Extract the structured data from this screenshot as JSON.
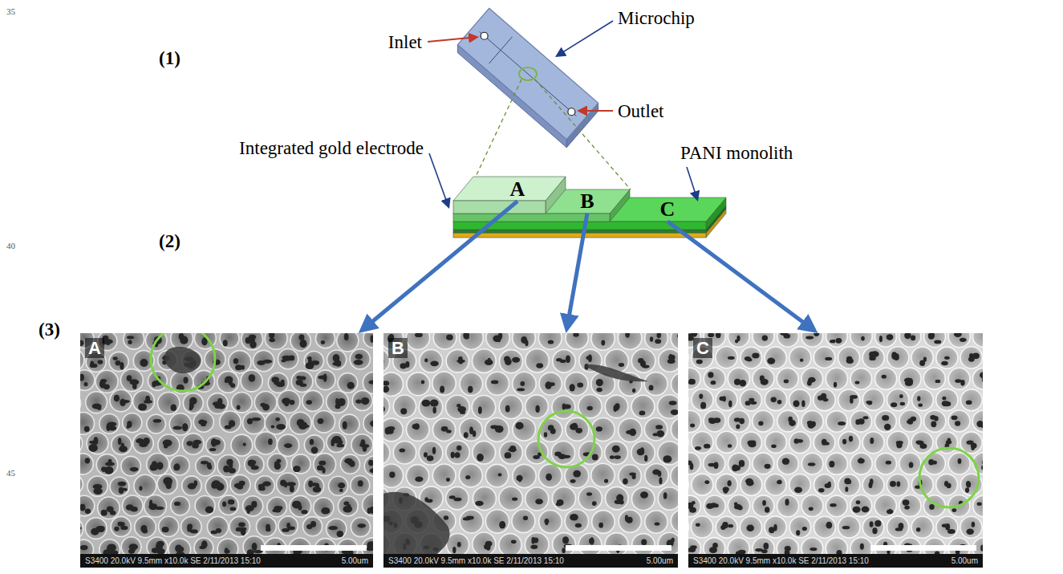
{
  "diagram": {
    "nodes": [
      {
        "text": [
          "A"
        ]
      },
      {
        "text": [
          "B"
        ]
      },
      {
        "text": [
          "C"
        ]
      },
      {
        "text": [
          "A",
          "S3400 20.0kV 9.5mm x10.0k SE 2/11/2013 15:10",
          "5.00um"
        ]
      },
      {
        "text": [
          "B",
          "S3400 20.0kV 9.5mm x10.0k SE 2/11/2013 15:10",
          "5.00um"
        ]
      },
      {
        "text": [
          "C",
          "S3400 20.0kV 9.5mm x10.0k SE 2/11/2013 15:10",
          "5.00um"
        ]
      }
    ],
    "edges": [
      {
        "from": 0,
        "to": 3,
        "arrow": "to"
      },
      {
        "from": 1,
        "to": 4,
        "arrow": "to"
      },
      {
        "from": 2,
        "to": 5,
        "arrow": "to"
      }
    ],
    "labels": [
      "35",
      "(1)",
      "Inlet",
      "Microchip",
      "Outlet",
      "Integrated gold electrode",
      "PANI monolith",
      "40",
      "(2)",
      "(3)",
      "45"
    ]
  }
}
